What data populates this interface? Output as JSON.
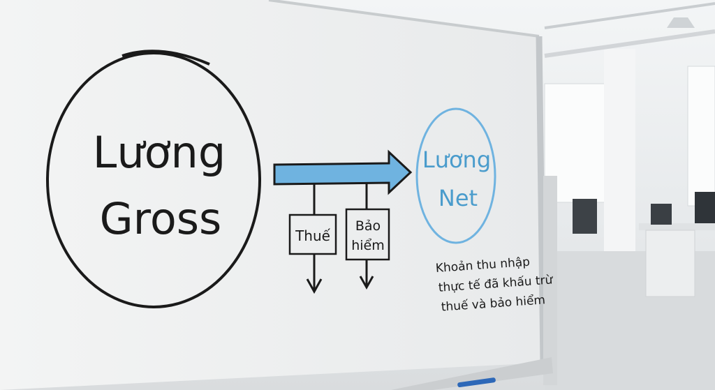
{
  "gross": {
    "line1": "Lương",
    "line2": "Gross"
  },
  "net": {
    "line1": "Lương",
    "line2": "Net"
  },
  "deductions": {
    "tax": "Thuế",
    "insurance_line1": "Bảo",
    "insurance_line2": "hiểm"
  },
  "caption": {
    "line1": "Khoản thu nhập",
    "line2": "thực tế đã khấu trừ",
    "line3": "thuế và bảo hiểm"
  },
  "colors": {
    "marker_black": "#1a1a1a",
    "marker_blue": "#4a9ccc",
    "board": "#f1f2f2"
  }
}
